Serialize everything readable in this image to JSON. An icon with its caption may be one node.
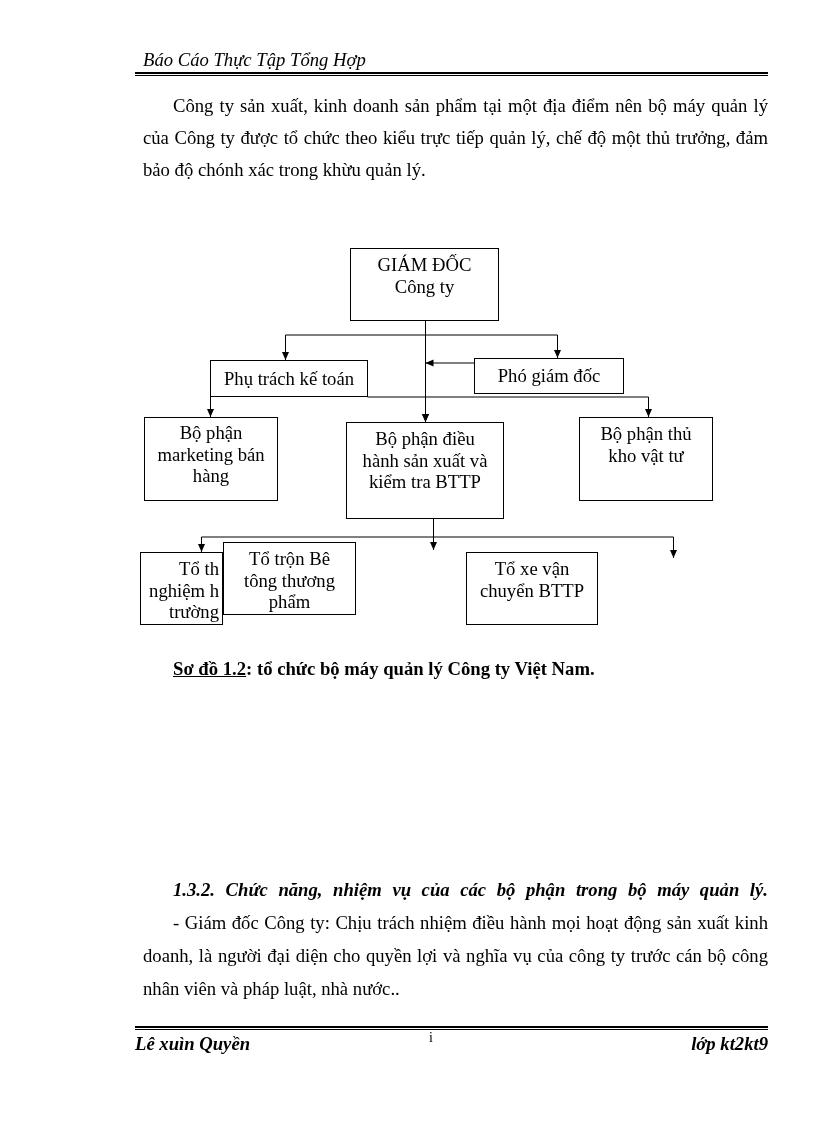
{
  "diagram": {
    "caption": "Sơ đồ 1.2: tổ chức bộ máy quản lý Công ty Việt Nam.",
    "nodes": [
      {
        "text": [
          "GIÁM ĐỐC Công ty"
        ]
      },
      {
        "text": [
          "Phụ trách kế toán"
        ]
      },
      {
        "text": [
          "Phó giám đốc"
        ]
      },
      {
        "text": [
          "Bộ phận marketing bán hàng"
        ]
      },
      {
        "text": [
          "Bộ phận điều hành sản xuất và kiểm tra BTTP"
        ]
      },
      {
        "text": [
          "Bộ phận thủ kho vật tư"
        ]
      },
      {
        "text": [
          "Tổ th nghiệm h trường"
        ]
      },
      {
        "text": [
          "Tổ trộn Bê tông thương phẩm"
        ]
      },
      {
        "text": [
          "Tổ xe vận chuyển BTTP"
        ]
      }
    ],
    "edges": [
      {
        "from": 0,
        "to": 1,
        "arrow": "to"
      },
      {
        "from": 0,
        "to": 2,
        "arrow": "to"
      },
      {
        "from": 0,
        "to": 4,
        "arrow": "to"
      },
      {
        "from": 2,
        "to": 4,
        "arrow": "to"
      },
      {
        "from": 1,
        "to": 3,
        "arrow": "to"
      },
      {
        "from": 1,
        "to": 5,
        "arrow": "to"
      },
      {
        "from": 4,
        "to": 6,
        "arrow": "to"
      },
      {
        "from": 4,
        "to": null,
        "arrow": "to"
      },
      {
        "from": 4,
        "to": null,
        "arrow": "to"
      }
    ],
    "labels": [
      "Báo Cáo Thực Tập Tổng Hợp",
      "Công ty sản xuất, kinh doanh sản phẩm tại một địa điểm nên bộ máy quản lý của Công ty được tổ chức theo kiểu trực tiếp quản lý, chế độ một thủ trưởng, đảm bảo độ chónh xác trong khừu quản lý.",
      "1.3.2. Chức năng, nhiệm vụ của các bộ phận trong bộ máy quản lý.",
      "- Giám đốc Công ty: Chịu trách nhiệm điều hành mọi hoạt động sản xuất kinh doanh, là người đại diện cho quyền lợi và nghĩa vụ của công ty trước cán bộ công nhân viên và pháp luật, nhà nước..",
      "Lê xuìn Quyền",
      "i",
      "lớp kt2kt9"
    ]
  }
}
